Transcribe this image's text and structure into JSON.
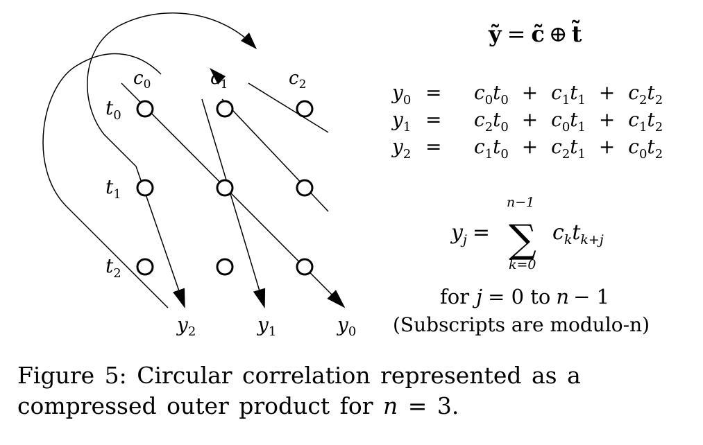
{
  "diagram": {
    "column_labels": [
      {
        "sym": "c",
        "sub": "0"
      },
      {
        "sym": "c",
        "sub": "1"
      },
      {
        "sym": "c",
        "sub": "2"
      }
    ],
    "row_labels": [
      {
        "sym": "t",
        "sub": "0"
      },
      {
        "sym": "t",
        "sub": "1"
      },
      {
        "sym": "t",
        "sub": "2"
      }
    ],
    "output_labels": [
      {
        "sym": "y",
        "sub": "2"
      },
      {
        "sym": "y",
        "sub": "1"
      },
      {
        "sym": "y",
        "sub": "0"
      }
    ],
    "grid": {
      "rows": 3,
      "cols": 3
    }
  },
  "equations": {
    "header": {
      "lhs": "ỹ",
      "eq": "=",
      "a": "c̃",
      "op": "⊕",
      "b": "t̃"
    },
    "lines": [
      {
        "lhs": {
          "sym": "y",
          "sub": "0"
        },
        "eq": "=",
        "terms": [
          {
            "c": "0",
            "t": "0"
          },
          {
            "c": "1",
            "t": "1"
          },
          {
            "c": "2",
            "t": "2"
          }
        ]
      },
      {
        "lhs": {
          "sym": "y",
          "sub": "1"
        },
        "eq": "=",
        "terms": [
          {
            "c": "2",
            "t": "0"
          },
          {
            "c": "0",
            "t": "1"
          },
          {
            "c": "1",
            "t": "2"
          }
        ]
      },
      {
        "lhs": {
          "sym": "y",
          "sub": "2"
        },
        "eq": "=",
        "terms": [
          {
            "c": "1",
            "t": "0"
          },
          {
            "c": "2",
            "t": "1"
          },
          {
            "c": "0",
            "t": "2"
          }
        ]
      }
    ],
    "plus": "+",
    "sum": {
      "lhs_sym": "y",
      "lhs_sub": "j",
      "eq": "=",
      "sigma": "∑",
      "upper": "n−1",
      "lower": "k=0",
      "term_c": "c",
      "term_c_sub": "k",
      "term_t": "t",
      "term_t_sub": "k+j"
    },
    "range": {
      "prefix": "for",
      "var": "j",
      "mid": "= 0 to",
      "end_var": "n",
      "end_rest": "− 1"
    },
    "note": "(Subscripts are modulo-n)"
  },
  "caption": {
    "label": "Figure 5:",
    "text": "Circular correlation represented as a compressed outer product for",
    "math_var": "n",
    "math_rest": "= 3."
  }
}
